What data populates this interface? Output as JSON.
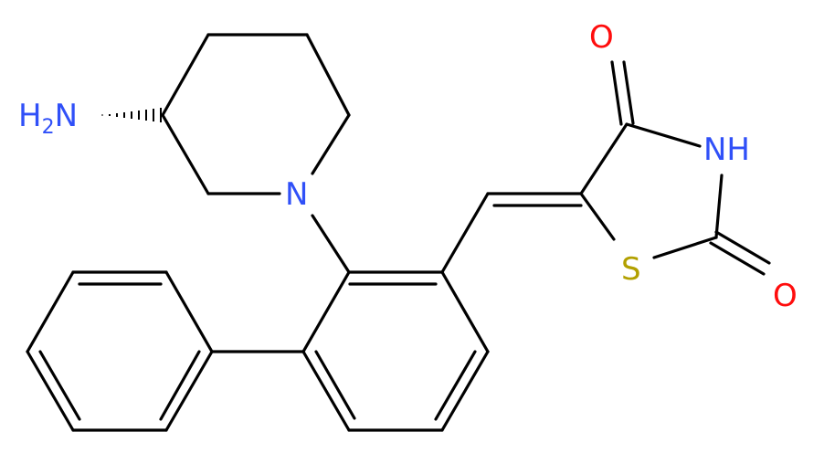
{
  "molecule": {
    "atoms": {
      "nh2": {
        "text": "H",
        "sub": "2",
        "text2": "N",
        "color": "#3050F8"
      },
      "n_pip": {
        "text": "N",
        "color": "#3050F8"
      },
      "o_top": {
        "text": "O",
        "color": "#FF0D0D"
      },
      "nh": {
        "text": "NH",
        "color": "#3050F8"
      },
      "s": {
        "text": "S",
        "color": "#B2A000"
      },
      "o_right": {
        "text": "O",
        "color": "#FF0D0D"
      }
    },
    "bond_color": "#000000"
  }
}
